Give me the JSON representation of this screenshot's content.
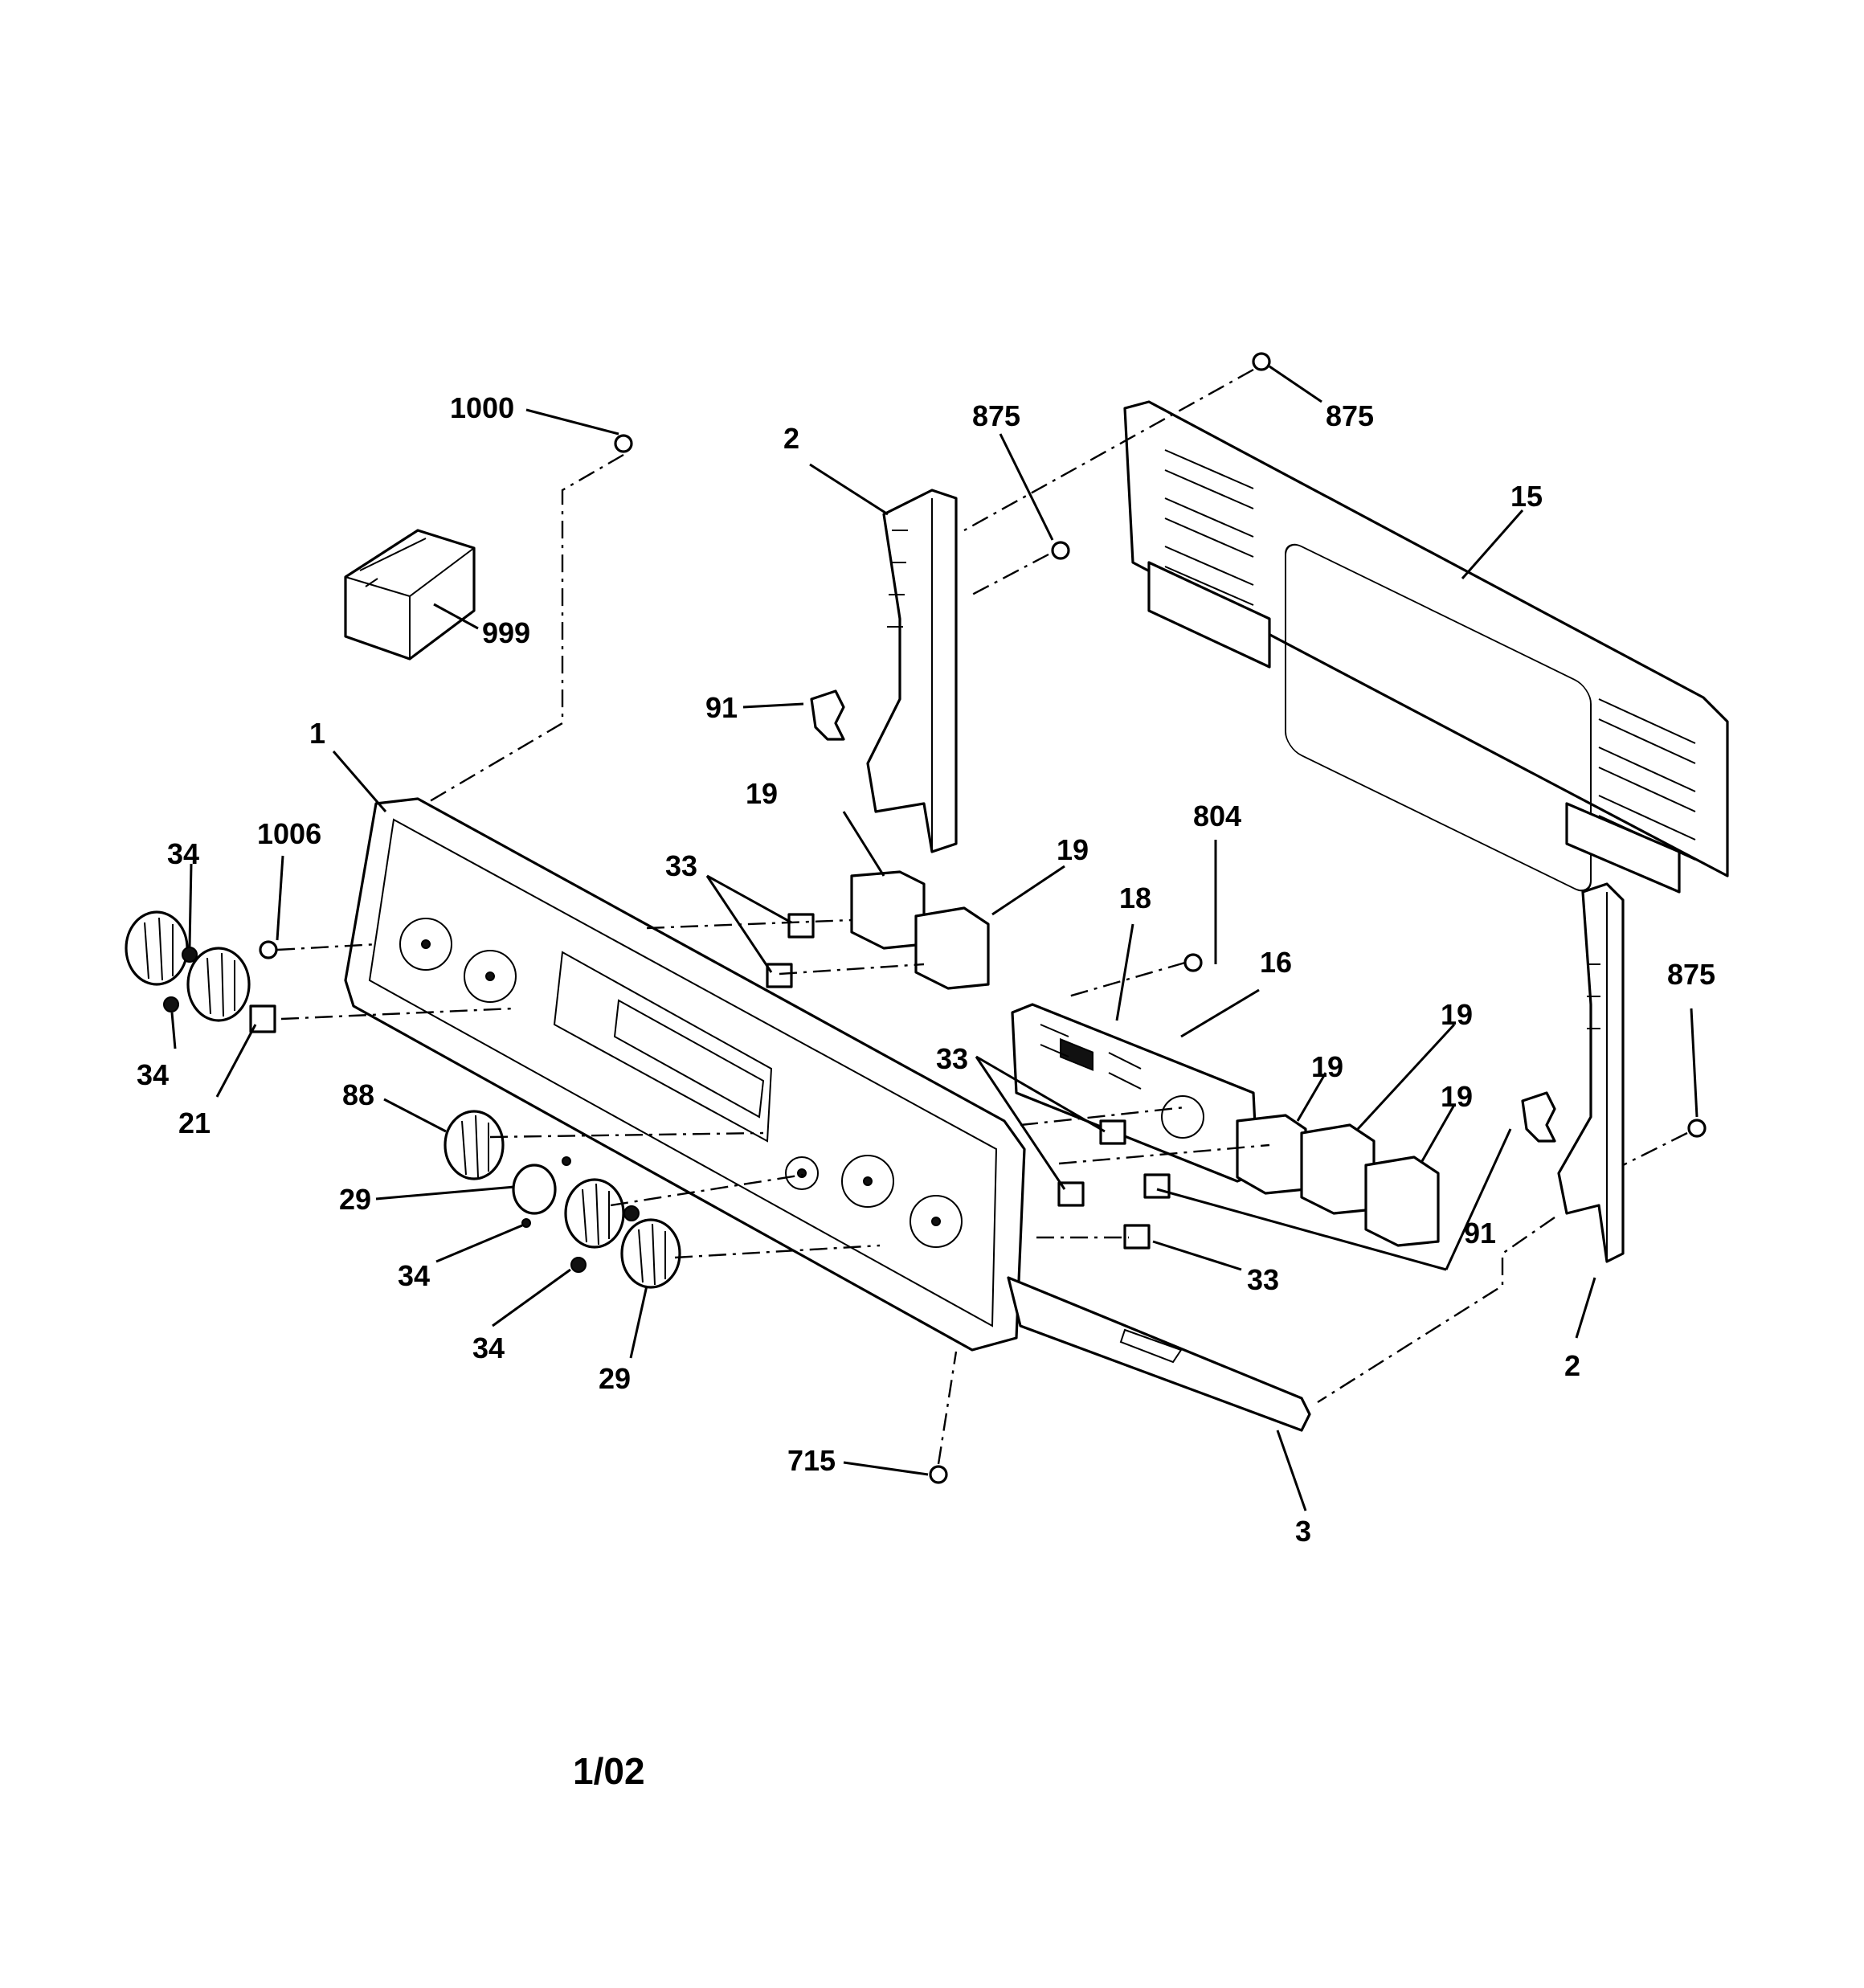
{
  "labels": [
    {
      "id": "p1000",
      "text": "1000"
    },
    {
      "id": "p2a",
      "text": "2"
    },
    {
      "id": "p875a",
      "text": "875"
    },
    {
      "id": "p875b",
      "text": "875"
    },
    {
      "id": "p15",
      "text": "15"
    },
    {
      "id": "p999",
      "text": "999"
    },
    {
      "id": "p91a",
      "text": "91"
    },
    {
      "id": "p1",
      "text": "1"
    },
    {
      "id": "p19a",
      "text": "19"
    },
    {
      "id": "p19b",
      "text": "19"
    },
    {
      "id": "p804",
      "text": "804"
    },
    {
      "id": "p18",
      "text": "18"
    },
    {
      "id": "p16",
      "text": "16"
    },
    {
      "id": "p875c",
      "text": "875"
    },
    {
      "id": "p34a",
      "text": "34"
    },
    {
      "id": "p1006",
      "text": "1006"
    },
    {
      "id": "p33a",
      "text": "33"
    },
    {
      "id": "p34b",
      "text": "34"
    },
    {
      "id": "p21",
      "text": "21"
    },
    {
      "id": "p88",
      "text": "88"
    },
    {
      "id": "p33b",
      "text": "33"
    },
    {
      "id": "p19c",
      "text": "19"
    },
    {
      "id": "p19d",
      "text": "19"
    },
    {
      "id": "p19e",
      "text": "19"
    },
    {
      "id": "p29a",
      "text": "29"
    },
    {
      "id": "p34c",
      "text": "34"
    },
    {
      "id": "p34d",
      "text": "34"
    },
    {
      "id": "p29b",
      "text": "29"
    },
    {
      "id": "p33c",
      "text": "33"
    },
    {
      "id": "p91b",
      "text": "91"
    },
    {
      "id": "p2b",
      "text": "2"
    },
    {
      "id": "p715",
      "text": "715"
    },
    {
      "id": "p3",
      "text": "3"
    }
  ],
  "footer": {
    "revision": "1/02"
  }
}
